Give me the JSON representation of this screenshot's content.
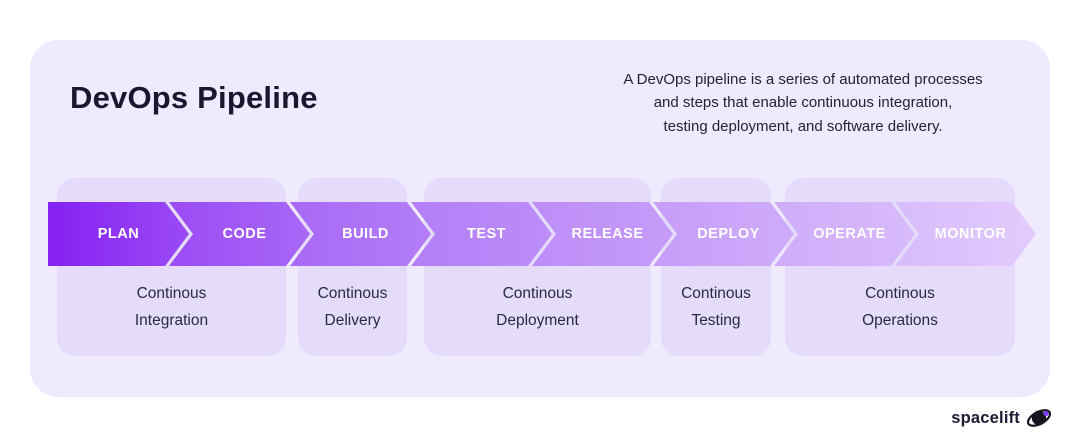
{
  "header": {
    "title": "DevOps Pipeline",
    "description": "A DevOps pipeline is a series of automated processes\nand steps that enable continuous integration,\ntesting deployment, and software delivery."
  },
  "pipeline": {
    "stages": [
      {
        "label": "PLAN",
        "color_start": "#8520f2",
        "color_end": "#9b4bf5"
      },
      {
        "label": "CODE",
        "color_start": "#9b4bf5",
        "color_end": "#a868f6"
      },
      {
        "label": "BUILD",
        "color_start": "#a868f6",
        "color_end": "#b37ef7"
      },
      {
        "label": "TEST",
        "color_start": "#b37ef7",
        "color_end": "#bd8df8"
      },
      {
        "label": "RELEASE",
        "color_start": "#bd8df8",
        "color_end": "#c69cf9"
      },
      {
        "label": "DEPLOY",
        "color_start": "#c69cf9",
        "color_end": "#cfacfa"
      },
      {
        "label": "OPERATE",
        "color_start": "#cfacfa",
        "color_end": "#d8bbfb"
      },
      {
        "label": "MONITOR",
        "color_start": "#d8bbfb",
        "color_end": "#e2cbfd"
      }
    ]
  },
  "groups": [
    {
      "caption": "Continous\nIntegration"
    },
    {
      "caption": "Continous\nDelivery"
    },
    {
      "caption": "Continous\nDeployment"
    },
    {
      "caption": "Continous\nTesting"
    },
    {
      "caption": "Continous\nOperations"
    }
  ],
  "footer": {
    "brand": "spacelift"
  },
  "colors": {
    "card_bg": "#efeafd",
    "group_bg": "#e4dcfa",
    "accent": "#8520f2",
    "logo_dark": "#15151f",
    "logo_purple": "#7c3aed"
  }
}
